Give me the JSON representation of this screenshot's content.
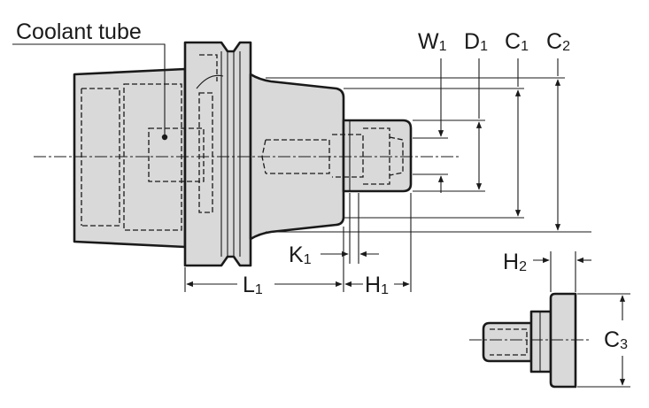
{
  "labels": {
    "coolant_tube": "Coolant tube",
    "W1": {
      "main": "W",
      "sub": "1"
    },
    "D1": {
      "main": "D",
      "sub": "1"
    },
    "C1": {
      "main": "C",
      "sub": "1"
    },
    "C2": {
      "main": "C",
      "sub": "2"
    },
    "K1": {
      "main": "K",
      "sub": "1"
    },
    "L1": {
      "main": "L",
      "sub": "1"
    },
    "H1": {
      "main": "H",
      "sub": "1"
    },
    "H2": {
      "main": "H",
      "sub": "2"
    },
    "C3": {
      "main": "C",
      "sub": "3"
    }
  },
  "colors": {
    "body_fill": "#d9d9d9",
    "line": "#1a1a1a"
  }
}
